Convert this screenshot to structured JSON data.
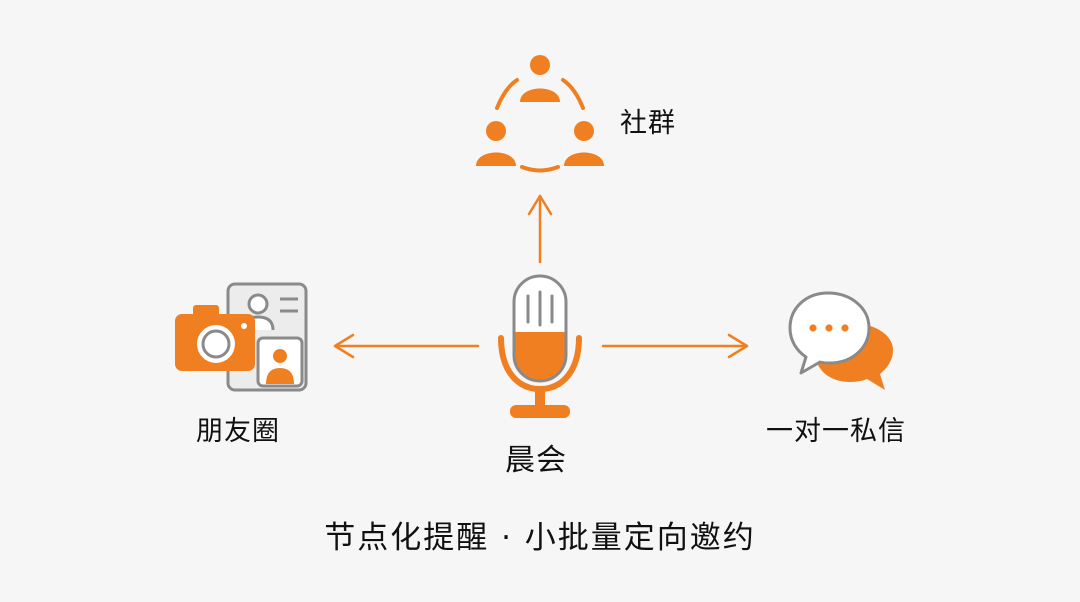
{
  "center": {
    "label": "晨会",
    "icon": "microphone-icon"
  },
  "nodes": [
    {
      "id": "community",
      "label": "社群",
      "icon": "group-people-icon",
      "direction": "up"
    },
    {
      "id": "moments",
      "label": "朋友圈",
      "icon": "camera-photos-icon",
      "direction": "left"
    },
    {
      "id": "dm",
      "label": "一对一私信",
      "icon": "chat-bubbles-icon",
      "direction": "right"
    }
  ],
  "caption": "节点化提醒 · 小批量定向邀约",
  "colors": {
    "accent": "#f07f22",
    "accent_light": "#f5a865",
    "outline": "#8a8a8a",
    "background": "#f6f6f6",
    "text": "#111111"
  }
}
